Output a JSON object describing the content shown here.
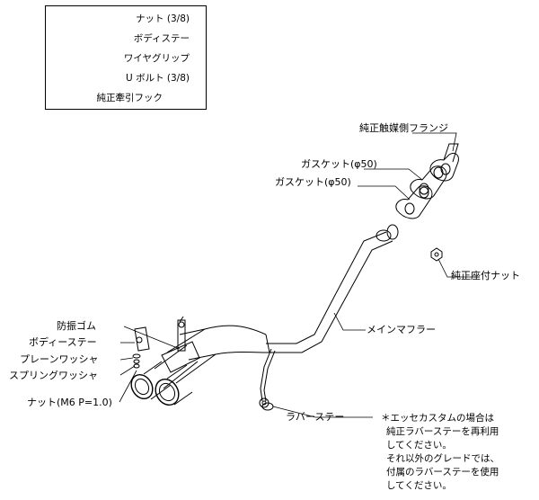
{
  "inset": {
    "labels": {
      "nut": "ナット (3/8)",
      "body_stay": "ボディステー",
      "wire_grip": "ワイヤグリップ",
      "u_bolt": "U ボルト (3/8)",
      "hook": "純正牽引フック"
    }
  },
  "labels": {
    "oem_flange": "純正触媒側フランジ",
    "gasket1": "ガスケット(φ50)",
    "gasket2": "ガスケット(φ50)",
    "oem_seat_nut": "純正座付ナット",
    "main_muffler": "メインマフラー",
    "rubber_stay": "ラバーステー",
    "vibration_rubber": "防振ゴム",
    "body_stay": "ボディーステー",
    "plain_washer": "プレーンワッシャ",
    "spring_washer": "スプリングワッシャ",
    "nut_m6": "ナット(M6 P=1.0)"
  },
  "note": {
    "lines": [
      "＊エッセカスタムの場合は",
      "純正ラバーステーを再利用",
      "してください。",
      "それ以外のグレードでは、",
      "付属のラバーステーを使用",
      "してください。"
    ]
  }
}
